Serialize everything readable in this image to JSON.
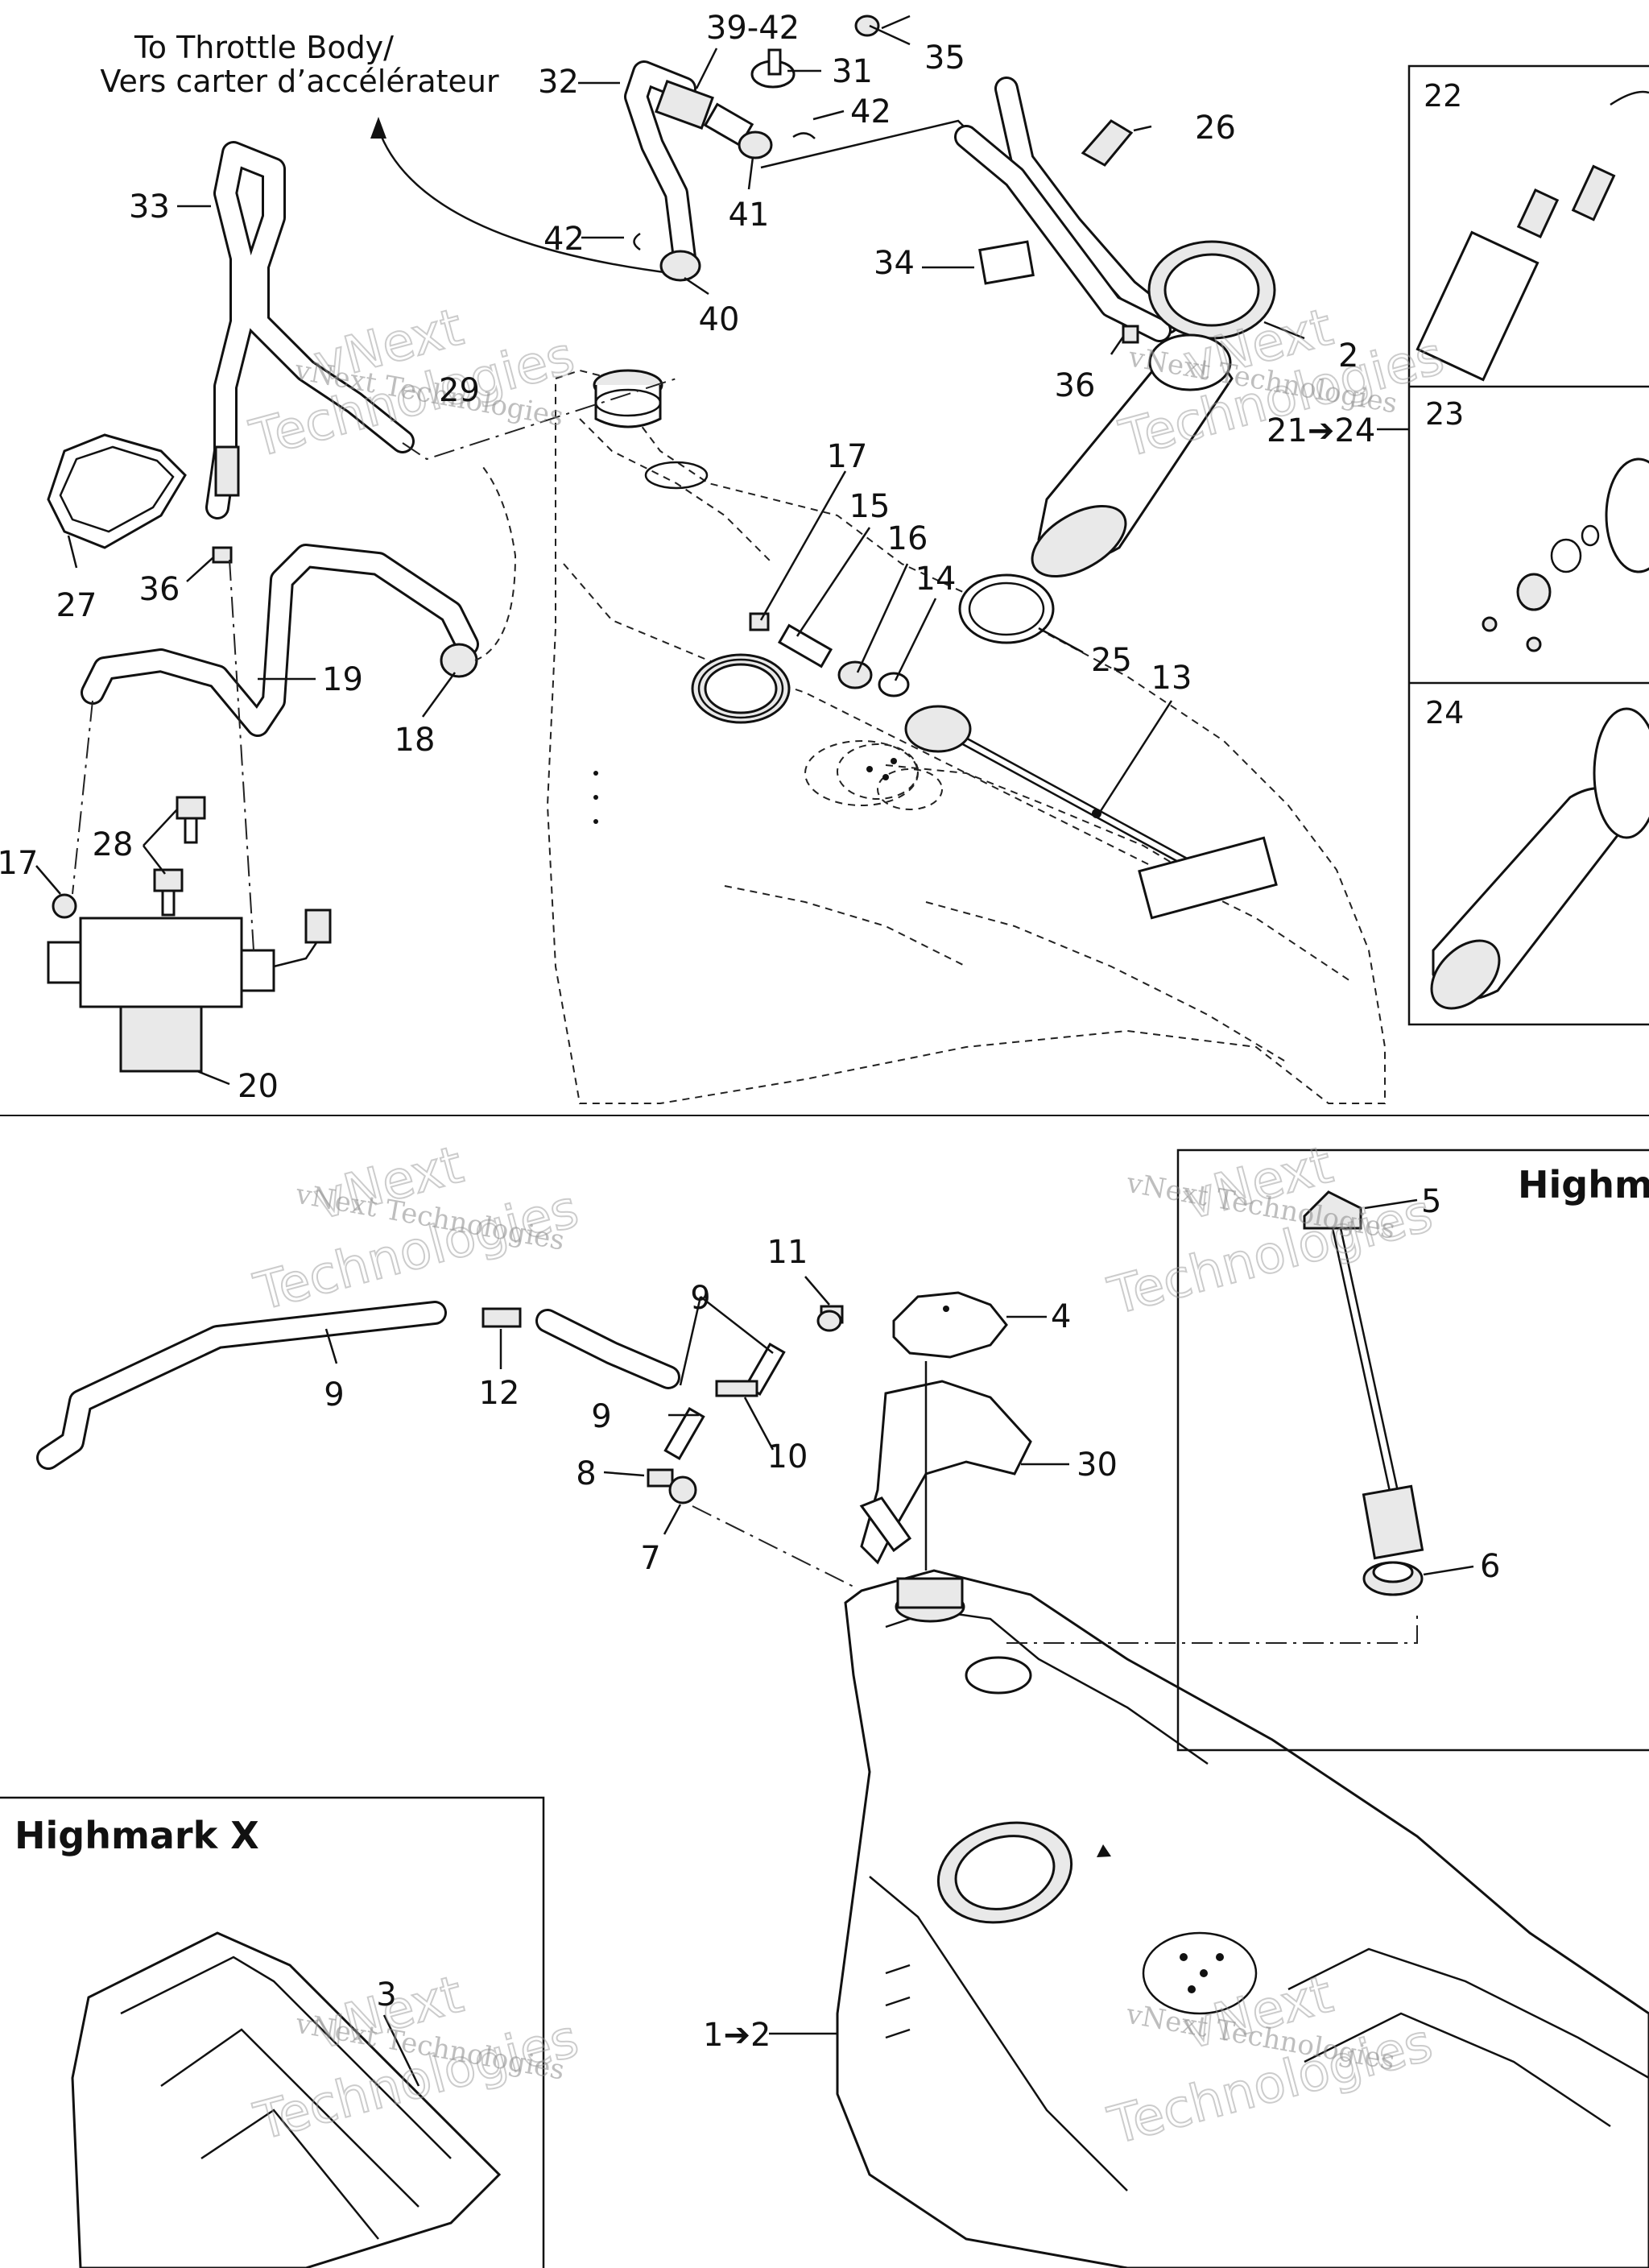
{
  "notes": {
    "throttle_line1": "To Throttle Body/",
    "throttle_line2": "Vers carter d’accélérateur"
  },
  "labels": {
    "l_39_42": "39-42",
    "l_35": "35",
    "l_32": "32",
    "l_31": "31",
    "l_42a": "42",
    "l_26": "26",
    "l_41": "41",
    "l_42b": "42",
    "l_33": "33",
    "l_40": "40",
    "l_34": "34",
    "l_2": "2",
    "l_36a": "36",
    "l_29": "29",
    "l_21_24": "21➔24",
    "l_17a": "17",
    "l_15": "15",
    "l_16": "16",
    "l_14": "14",
    "l_27": "27",
    "l_36b": "36",
    "l_25": "25",
    "l_19": "19",
    "l_13": "13",
    "l_18": "18",
    "l_28": "28",
    "l_17b": "17",
    "l_20": "20",
    "l_11": "11",
    "l_5": "5",
    "l_9a": "9",
    "l_4": "4",
    "l_9b": "9",
    "l_12": "12",
    "l_9c": "9",
    "l_10": "10",
    "l_30": "30",
    "l_8": "8",
    "l_7": "7",
    "l_6": "6",
    "l_3": "3",
    "l_1_2": "1➔2"
  },
  "insets": {
    "box_22": "22",
    "box_23": "23",
    "box_24": "24",
    "highmark_right_title": "Highm",
    "highmark_x_title": "Highmark X"
  },
  "watermark": {
    "brand": "vNext",
    "company": "Technologies",
    "line": "vNext Technologies"
  }
}
